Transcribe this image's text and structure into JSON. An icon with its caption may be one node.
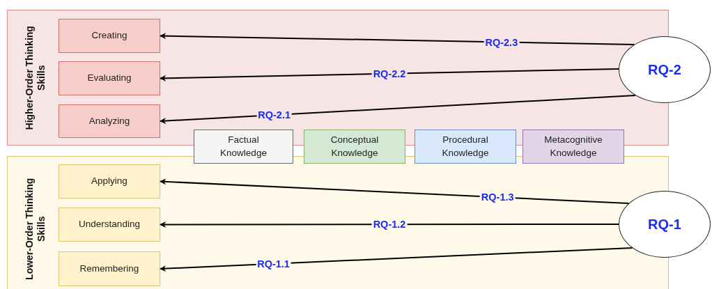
{
  "diagram": {
    "nodes": [
      {
        "text": [
          "Higher-Order Thinking Skills"
        ]
      },
      {
        "text": [
          "Creating"
        ],
        "in": 0
      },
      {
        "text": [
          "Evaluating"
        ],
        "in": 0
      },
      {
        "text": [
          "Analyzing"
        ],
        "in": 0
      },
      {
        "text": [
          "Lower-Order Thinking Skills"
        ]
      },
      {
        "text": [
          "Applying"
        ],
        "in": 4
      },
      {
        "text": [
          "Understanding"
        ],
        "in": 4
      },
      {
        "text": [
          "Remembering"
        ],
        "in": 4
      },
      {
        "text": [
          "Factual Knowledge"
        ]
      },
      {
        "text": [
          "Conceptual Knowledge"
        ]
      },
      {
        "text": [
          "Procedural Knowledge"
        ]
      },
      {
        "text": [
          "Metacognitive Knowledge"
        ]
      },
      {
        "text": [
          "RQ-2"
        ]
      },
      {
        "text": [
          "RQ-1"
        ]
      }
    ],
    "edges": [
      {
        "from": 12,
        "to": 1,
        "arrow": "to",
        "label": "RQ-2.3"
      },
      {
        "from": 12,
        "to": 2,
        "arrow": "to",
        "label": "RQ-2.2"
      },
      {
        "from": 12,
        "to": 3,
        "arrow": "to",
        "label": "RQ-2.1"
      },
      {
        "from": 13,
        "to": 5,
        "arrow": "to",
        "label": "RQ-1.3"
      },
      {
        "from": 13,
        "to": 6,
        "arrow": "to",
        "label": "RQ-1.2"
      },
      {
        "from": 13,
        "to": 7,
        "arrow": "to",
        "label": "RQ-1.1"
      }
    ]
  }
}
